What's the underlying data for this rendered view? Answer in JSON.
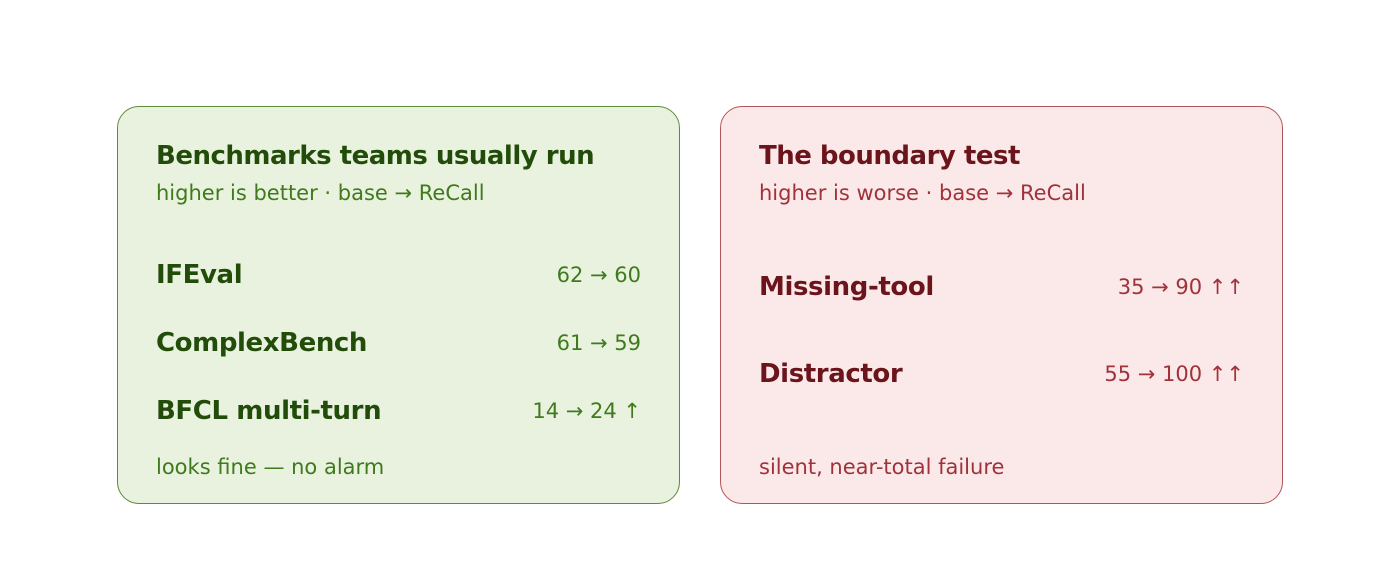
{
  "left_panel": {
    "title": "Benchmarks teams usually run",
    "subtitle": "higher is better · base → ReCall",
    "rows": [
      {
        "name": "IFEval",
        "value": "62 → 60"
      },
      {
        "name": "ComplexBench",
        "value": "61 → 59"
      },
      {
        "name": "BFCL multi-turn",
        "value": "14 → 24 ↑"
      }
    ],
    "footer": "looks fine — no alarm",
    "colors": {
      "background": "#e9f2de",
      "border": "#5d8a3c",
      "text": "#224c0a"
    }
  },
  "right_panel": {
    "title": "The boundary test",
    "subtitle": "higher is worse · base → ReCall",
    "rows": [
      {
        "name": "Missing-tool",
        "value": "35 → 90 ↑↑"
      },
      {
        "name": "Distractor",
        "value": "55 → 100 ↑↑"
      }
    ],
    "footer": "silent, near-total failure",
    "colors": {
      "background": "#fbe9e9",
      "border": "#b0565a",
      "text": "#6b141b"
    }
  }
}
